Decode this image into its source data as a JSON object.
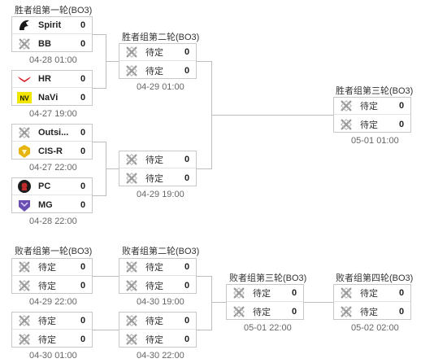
{
  "rounds": {
    "upper_r1": "胜者组第一轮(BO3)",
    "upper_r2": "胜者组第二轮(BO3)",
    "upper_r3": "胜者组第三轮(BO3)",
    "lower_r1": "败者组第一轮(BO3)",
    "lower_r2": "败者组第二轮(BO3)",
    "lower_r3": "败者组第三轮(BO3)",
    "lower_r4": "败者组第四轮(BO3)"
  },
  "tbd": "待定",
  "matches": {
    "u1a": {
      "t1": "Spirit",
      "s1": "0",
      "t2": "BB",
      "s2": "0",
      "time": "04-28 01:00"
    },
    "u1b": {
      "t1": "HR",
      "s1": "0",
      "t2": "NaVi",
      "s2": "0",
      "time": "04-27 19:00"
    },
    "u1c": {
      "t1": "Outsi...",
      "s1": "0",
      "t2": "CIS-R",
      "s2": "0",
      "time": "04-27 22:00"
    },
    "u1d": {
      "t1": "PC",
      "s1": "0",
      "t2": "MG",
      "s2": "0",
      "time": "04-28 22:00"
    },
    "u2a": {
      "s1": "0",
      "s2": "0",
      "time": "04-29 01:00"
    },
    "u2b": {
      "s1": "0",
      "s2": "0",
      "time": "04-29 19:00"
    },
    "u3": {
      "s1": "0",
      "s2": "0",
      "time": "05-01 01:00"
    },
    "l1a": {
      "s1": "0",
      "s2": "0",
      "time": "04-29 22:00"
    },
    "l1b": {
      "s1": "0",
      "s2": "0",
      "time": "04-30 01:00"
    },
    "l2a": {
      "s1": "0",
      "s2": "0",
      "time": "04-30 19:00"
    },
    "l2b": {
      "s1": "0",
      "s2": "0",
      "time": "04-30 22:00"
    },
    "l3": {
      "s1": "0",
      "s2": "0",
      "time": "05-01 22:00"
    },
    "l4": {
      "s1": "0",
      "s2": "0",
      "time": "05-02 02:00"
    }
  },
  "icons": {
    "placeholder": "tbd-x-logo-icon",
    "spirit": "spirit-dragon-logo-icon",
    "bb": "bb-logo-icon",
    "hr": "hr-wings-logo-icon",
    "navi": "navi-logo-icon",
    "outsiders": "outsiders-logo-icon",
    "cisr": "cis-rejects-logo-icon",
    "pc": "pc-logo-icon",
    "mg": "mg-logo-icon"
  },
  "colors": {
    "border": "#c8c8c8",
    "line": "#bdbdbd",
    "navi_yellow": "#f2e600",
    "hr_red": "#d8232a",
    "cisr_gold": "#e8b40e",
    "mg_purple": "#6b4fb0"
  }
}
